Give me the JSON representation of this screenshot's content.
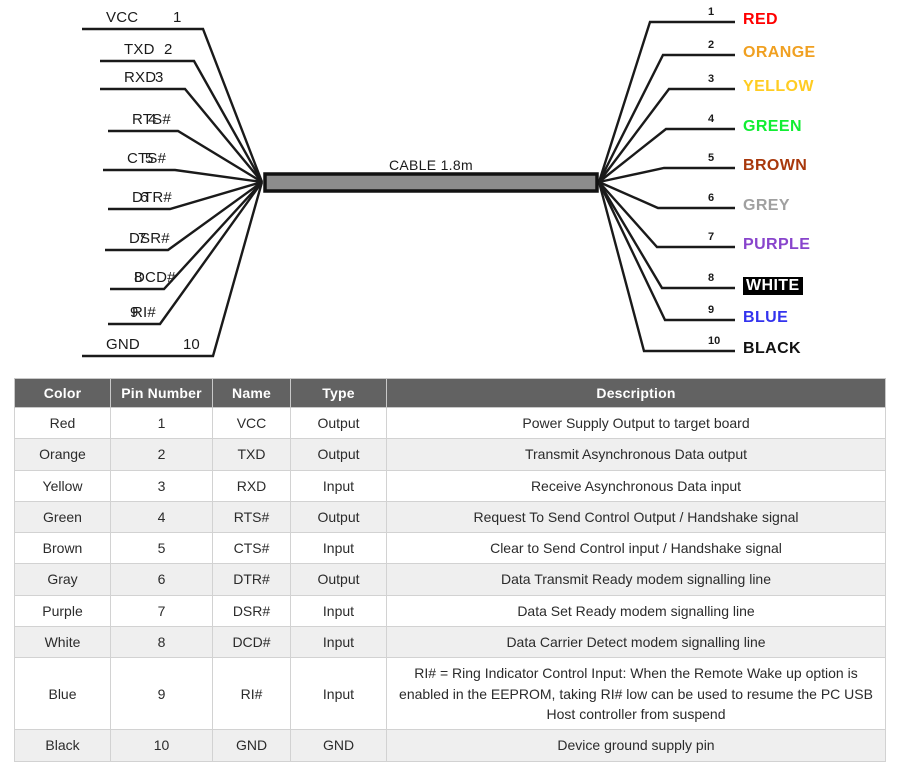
{
  "diagram": {
    "cable_label": "CABLE 1.8m",
    "left_pins": [
      {
        "name": "VCC",
        "num": "1"
      },
      {
        "name": "TXD",
        "num": "2"
      },
      {
        "name": "RXD",
        "num": "3"
      },
      {
        "name": "RTS#",
        "num": "4"
      },
      {
        "name": "CTS#",
        "num": "5"
      },
      {
        "name": "DTR#",
        "num": "6"
      },
      {
        "name": "DSR#",
        "num": "7"
      },
      {
        "name": "DCD#",
        "num": "8"
      },
      {
        "name": "RI#",
        "num": "9"
      },
      {
        "name": "GND",
        "num": "10"
      }
    ],
    "right_wires": [
      {
        "num": "1",
        "label": "RED",
        "hex": "#FF0000",
        "boxed": false
      },
      {
        "num": "2",
        "label": "ORANGE",
        "hex": "#F0A021",
        "boxed": false
      },
      {
        "num": "3",
        "label": "YELLOW",
        "hex": "#FFCC22",
        "boxed": false
      },
      {
        "num": "4",
        "label": "GREEN",
        "hex": "#11EE33",
        "boxed": false
      },
      {
        "num": "5",
        "label": "BROWN",
        "hex": "#A8380C",
        "boxed": false
      },
      {
        "num": "6",
        "label": "GREY",
        "hex": "#A0A0A0",
        "boxed": false
      },
      {
        "num": "7",
        "label": "PURPLE",
        "hex": "#8844CC",
        "boxed": false
      },
      {
        "num": "8",
        "label": "WHITE",
        "hex": "#FFFFFF",
        "boxed": true
      },
      {
        "num": "9",
        "label": "BLUE",
        "hex": "#3333EE",
        "boxed": false
      },
      {
        "num": "10",
        "label": "BLACK",
        "hex": "#111111",
        "boxed": false
      }
    ]
  },
  "table": {
    "headers": [
      "Color",
      "Pin Number",
      "Name",
      "Type",
      "Description"
    ],
    "rows": [
      {
        "color": "Red",
        "pin": "1",
        "name": "VCC",
        "type": "Output",
        "description": "Power Supply Output to target board"
      },
      {
        "color": "Orange",
        "pin": "2",
        "name": "TXD",
        "type": "Output",
        "description": "Transmit Asynchronous Data output"
      },
      {
        "color": "Yellow",
        "pin": "3",
        "name": "RXD",
        "type": "Input",
        "description": "Receive Asynchronous Data input"
      },
      {
        "color": "Green",
        "pin": "4",
        "name": "RTS#",
        "type": "Output",
        "description": "Request To Send Control Output / Handshake signal"
      },
      {
        "color": "Brown",
        "pin": "5",
        "name": "CTS#",
        "type": "Input",
        "description": "Clear to Send Control input / Handshake signal"
      },
      {
        "color": "Gray",
        "pin": "6",
        "name": "DTR#",
        "type": "Output",
        "description": "Data Transmit Ready modem signalling line"
      },
      {
        "color": "Purple",
        "pin": "7",
        "name": "DSR#",
        "type": "Input",
        "description": "Data Set Ready modem signalling line"
      },
      {
        "color": "White",
        "pin": "8",
        "name": "DCD#",
        "type": "Input",
        "description": "Data Carrier Detect modem signalling line"
      },
      {
        "color": "Blue",
        "pin": "9",
        "name": "RI#",
        "type": "Input",
        "description": "RI# = Ring Indicator Control Input: When the Remote Wake up option is enabled in the EEPROM, taking RI# low can be used to resume the PC USB Host controller from suspend"
      },
      {
        "color": "Black",
        "pin": "10",
        "name": "GND",
        "type": "GND",
        "description": "Device ground supply pin"
      }
    ]
  }
}
